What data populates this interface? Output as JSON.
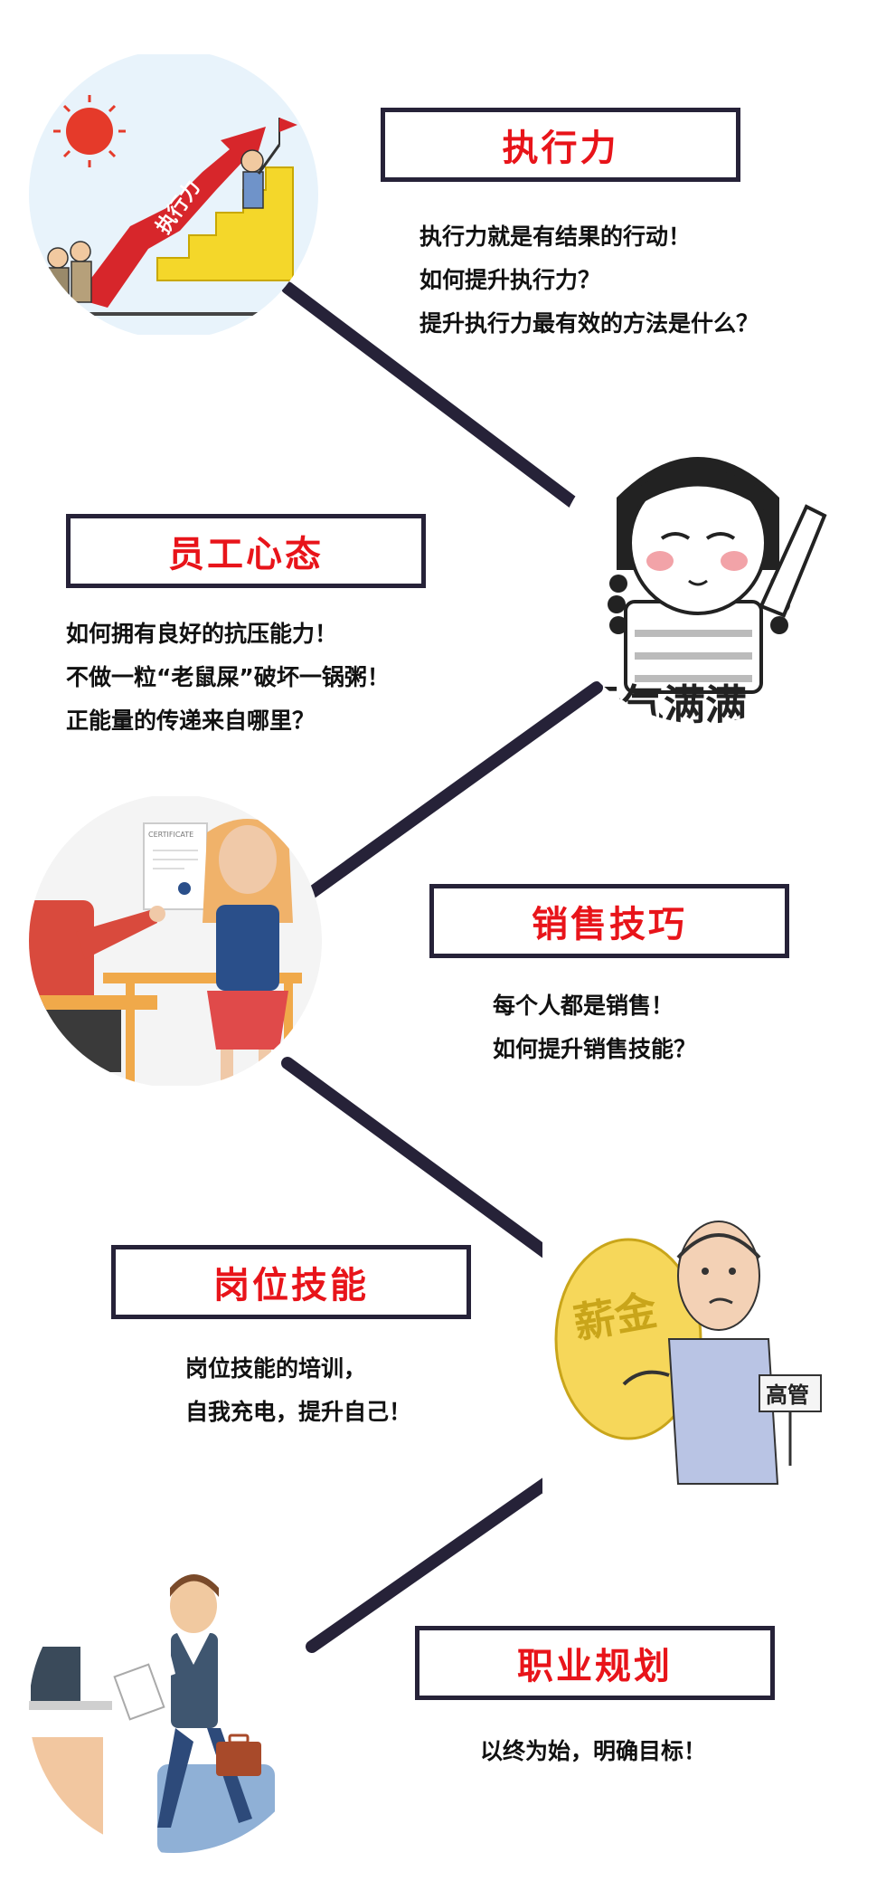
{
  "sections": [
    {
      "title": "执行力",
      "lines": [
        "执行力就是有结果的行动！",
        "如何提升执行力？",
        "提升执行力最有效的方法是什么？"
      ]
    },
    {
      "title": "员工心态",
      "lines": [
        "如何拥有良好的抗压能力！",
        "不做一粒“老鼠屎”破坏一锅粥！",
        "正能量的传递来自哪里？"
      ]
    },
    {
      "title": "销售技巧",
      "lines": [
        "每个人都是销售！",
        "如何提升销售技能？"
      ]
    },
    {
      "title": "岗位技能",
      "lines": [
        "岗位技能的培训，",
        "自我充电，提升自己！"
      ]
    },
    {
      "title": "职业规划",
      "lines": [
        "以终为始，明确目标！"
      ]
    }
  ],
  "illustrations": {
    "execution_arrow_text": "执行力",
    "girl_caption": "元气满满",
    "certificate_label": "CERTIFICATE",
    "moneybag_text": "薪金",
    "sign_text": "高管"
  },
  "colors": {
    "title_red": "#e8141a",
    "border_dark": "#262238",
    "connector": "#262238"
  }
}
